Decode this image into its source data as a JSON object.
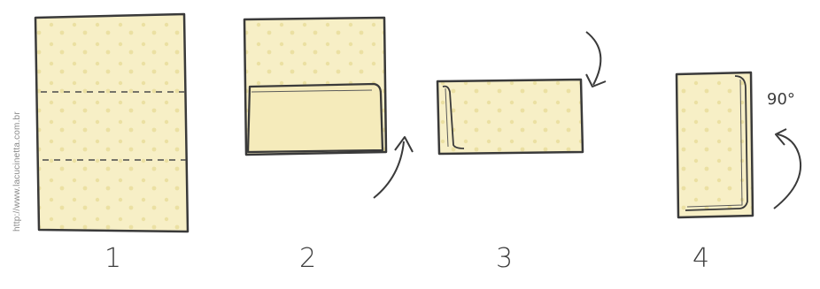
{
  "watermark": "http://www.lacucinetta.com.br",
  "steps": [
    {
      "label": "1"
    },
    {
      "label": "2"
    },
    {
      "label": "3"
    },
    {
      "label": "4"
    }
  ],
  "rotation_label": "90°",
  "colors": {
    "dough_fill": "#f7efc6",
    "dough_dots": "#ebe0a2",
    "outline": "#3a3a3a",
    "fold_line": "#4a4a4a"
  }
}
